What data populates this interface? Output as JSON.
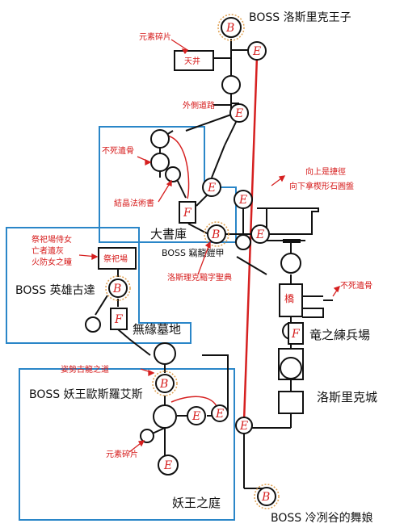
{
  "diagram": {
    "boss_labels": {
      "prince": "BOSS 洛斯里克王子",
      "hero": "BOSS 英雄古達",
      "demon_prince": "BOSS 妖王歐斯羅艾斯",
      "valley": "BOSS 冷冽谷的舞娘"
    },
    "area_labels": {
      "grand_archives": "大書庫",
      "untended_graves": "無緣墓地",
      "lothric_castle": "洛斯里克城",
      "dragon_barracks": "竜之練兵場",
      "demon_garden": "妖王之庭",
      "dragon_armor": "BOSS 竊龍鎧甲"
    },
    "item_labels": {
      "element_shard_top": "元素碎片",
      "outer_wall": "外側道路",
      "undying_bones": "不死遺骨",
      "crystal_tome": "結晶法術書",
      "shrine_keeper": "祭祀場侍女",
      "dead_ash": "亡者遺灰",
      "fire_keeper": "火防女之瞳",
      "shrine": "祭祀場",
      "lothric_scripture": "洛斯理克黯字聖典",
      "ascend_shortcut": "向上是捷徑",
      "descend_stone": "向下拿楔形石圓盤",
      "undying_bones_right": "不死遺骨",
      "bridge": "橋",
      "posture_lost_path": "姿勢古龍之道",
      "element_shard_bottom": "元素碎片",
      "heaven": "天井"
    },
    "node_letters": {
      "boss": "B",
      "elevator": "E",
      "fire": "F"
    },
    "colors": {
      "line": "#111111",
      "red_route": "#d62020",
      "blue_region": "#2a86c8",
      "orange_ring": "#e0a050"
    }
  }
}
